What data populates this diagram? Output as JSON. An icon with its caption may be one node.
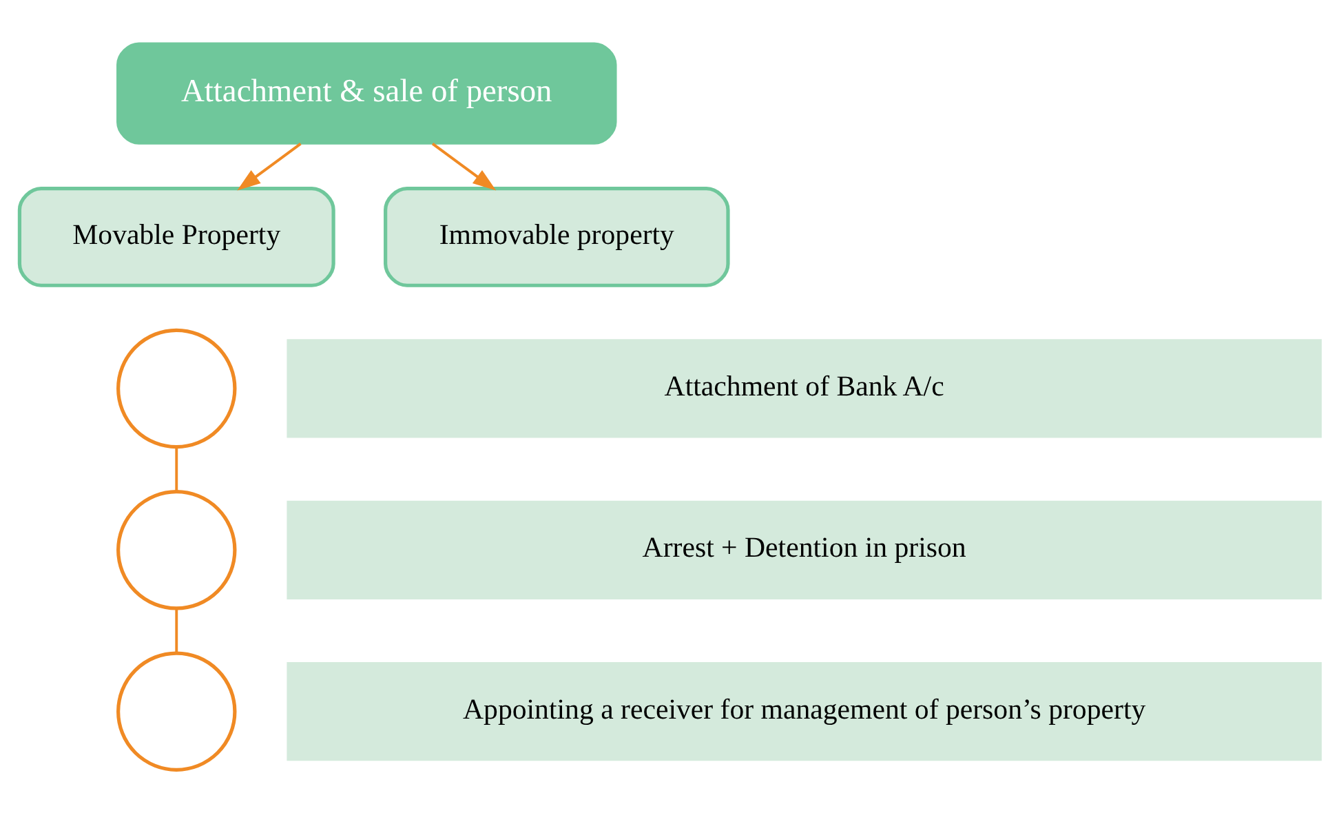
{
  "diagram": {
    "nodes": [
      {
        "text": [
          "Attachment & sale of person"
        ]
      },
      {
        "text": [
          "Movable Property"
        ]
      },
      {
        "text": [
          "Immovable property"
        ]
      },
      {
        "text": [],
        "shape": "circle"
      },
      {
        "text": [
          "Attachment of Bank A/c"
        ]
      },
      {
        "text": [],
        "shape": "circle"
      },
      {
        "text": [
          "Arrest + Detention in prison"
        ]
      },
      {
        "text": [],
        "shape": "circle"
      },
      {
        "text": [
          "Appointing a receiver for management of person’s property"
        ]
      }
    ],
    "edges": [
      {
        "from": 0,
        "to": 1,
        "arrow": "to"
      },
      {
        "from": 0,
        "to": 2,
        "arrow": "to"
      },
      {
        "from": 3,
        "to": 5,
        "arrow": "none"
      },
      {
        "from": 5,
        "to": 7,
        "arrow": "none"
      }
    ]
  }
}
